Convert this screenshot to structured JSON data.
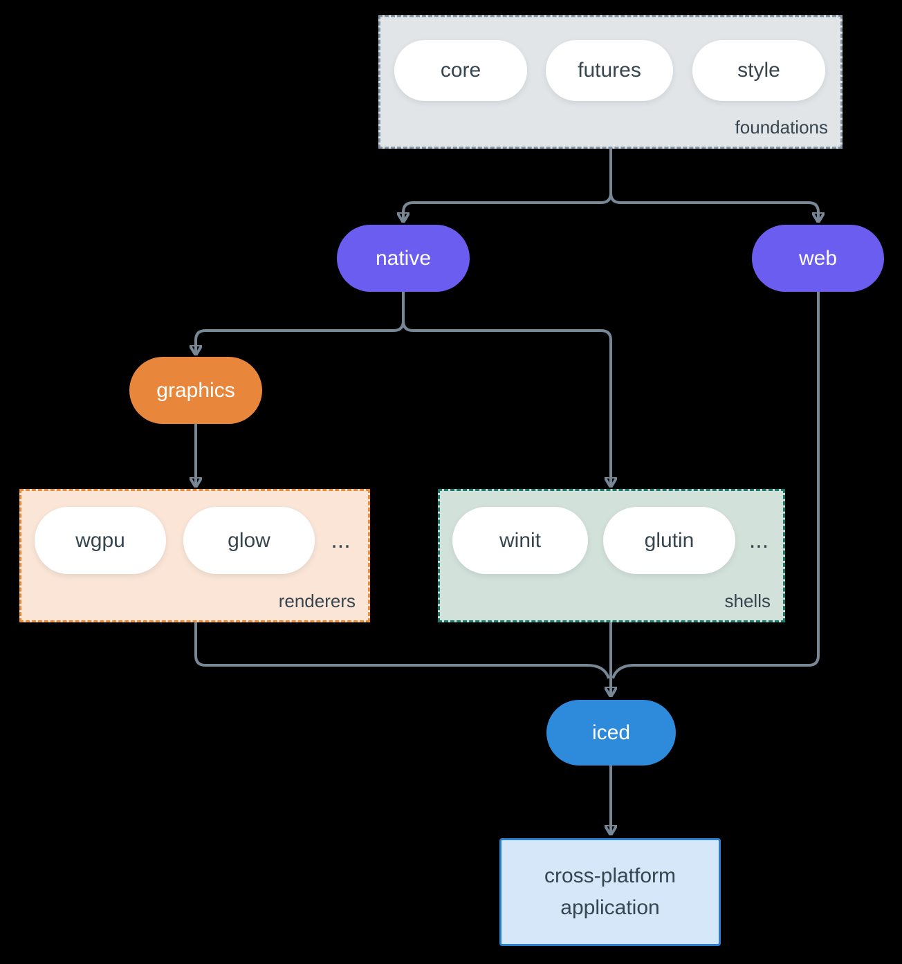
{
  "colors": {
    "background": "#000000",
    "connector": "#788796",
    "node_text": "#36454f",
    "pill_white": "#ffffff",
    "purple": "#6b5df0",
    "orange": "#e8873c",
    "blue": "#2e8bdb",
    "foundations_fill": "#e1e5e8",
    "foundations_border": "#8495a5",
    "renderers_fill": "#fae5d7",
    "renderers_border": "#ec8a35",
    "shells_fill": "#d3e1db",
    "shells_border": "#19796a",
    "application_fill": "#d5e7f8",
    "application_border": "#2a80d0"
  },
  "groups": {
    "foundations": {
      "label": "foundations",
      "items": [
        "core",
        "futures",
        "style"
      ]
    },
    "renderers": {
      "label": "renderers",
      "items": [
        "wgpu",
        "glow"
      ],
      "ellipsis": "..."
    },
    "shells": {
      "label": "shells",
      "items": [
        "winit",
        "glutin"
      ],
      "ellipsis": "..."
    }
  },
  "nodes": {
    "native": "native",
    "web": "web",
    "graphics": "graphics",
    "iced": "iced",
    "application": "cross-platform application"
  }
}
